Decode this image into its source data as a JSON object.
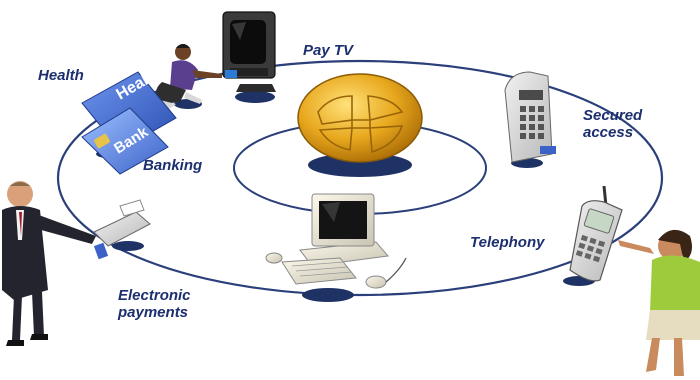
{
  "labels": {
    "health": "Health",
    "pay_tv": "Pay TV",
    "secured_line1": "Secured",
    "secured_line2": "access",
    "banking": "Banking",
    "telephony": "Telephony",
    "electronic_line1": "Electronic",
    "electronic_line2": "payments"
  },
  "cards": {
    "top_card": "Health",
    "bank_card": "Bank"
  },
  "colors": {
    "label_text": "#1c2f6e",
    "ring": "#2b3f7a",
    "node": "#1e3266",
    "chip_gold": "#e8a81e",
    "card_blue": "#3c62c8"
  },
  "icons": {
    "center": "smart-chip",
    "tv": "television",
    "access": "keypad-terminal",
    "phone": "mobile-phone",
    "pc": "desktop-computer",
    "card": "smart-card",
    "reader": "card-reader"
  }
}
